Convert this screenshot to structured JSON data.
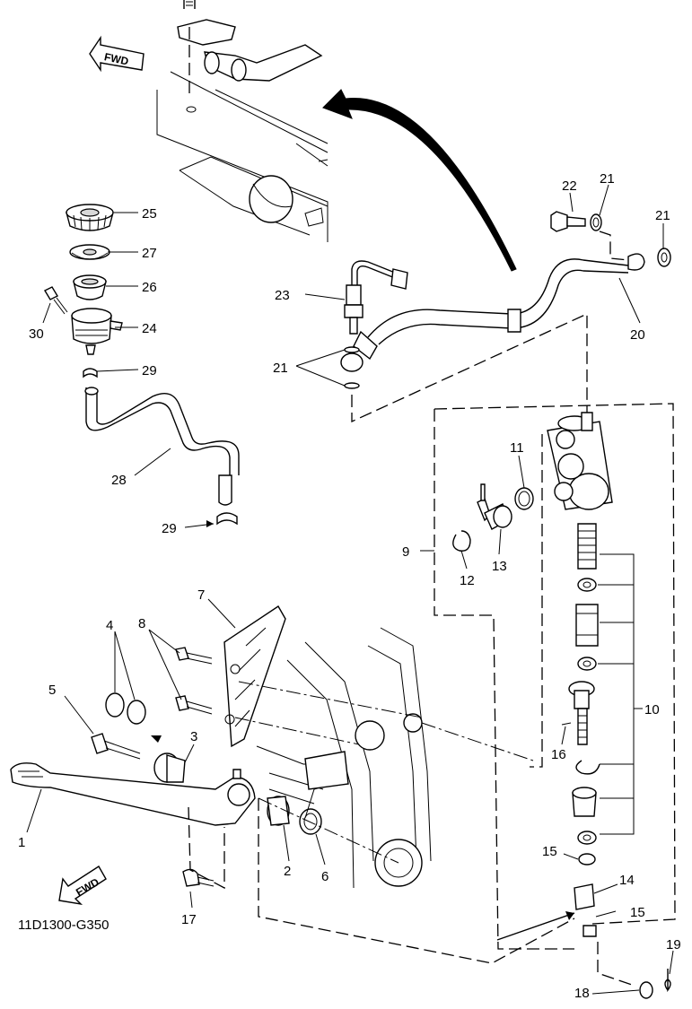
{
  "drawing_code": "11D1300-G350",
  "fwd_label": "FWD",
  "parts": [
    {
      "id": "p1",
      "text": "1"
    },
    {
      "id": "p2",
      "text": "2"
    },
    {
      "id": "p3",
      "text": "3"
    },
    {
      "id": "p4",
      "text": "4"
    },
    {
      "id": "p5",
      "text": "5"
    },
    {
      "id": "p6",
      "text": "6"
    },
    {
      "id": "p7",
      "text": "7"
    },
    {
      "id": "p8",
      "text": "8"
    },
    {
      "id": "p9",
      "text": "9"
    },
    {
      "id": "p10",
      "text": "10"
    },
    {
      "id": "p11",
      "text": "11"
    },
    {
      "id": "p12",
      "text": "12"
    },
    {
      "id": "p13",
      "text": "13"
    },
    {
      "id": "p14",
      "text": "14"
    },
    {
      "id": "p15a",
      "text": "15"
    },
    {
      "id": "p15b",
      "text": "15"
    },
    {
      "id": "p16",
      "text": "16"
    },
    {
      "id": "p17",
      "text": "17"
    },
    {
      "id": "p18",
      "text": "18"
    },
    {
      "id": "p19",
      "text": "19"
    },
    {
      "id": "p20",
      "text": "20"
    },
    {
      "id": "p21a",
      "text": "21"
    },
    {
      "id": "p21b",
      "text": "21"
    },
    {
      "id": "p21c",
      "text": "21"
    },
    {
      "id": "p22",
      "text": "22"
    },
    {
      "id": "p23",
      "text": "23"
    },
    {
      "id": "p24",
      "text": "24"
    },
    {
      "id": "p25",
      "text": "25"
    },
    {
      "id": "p26",
      "text": "26"
    },
    {
      "id": "p27",
      "text": "27"
    },
    {
      "id": "p28",
      "text": "28"
    },
    {
      "id": "p29a",
      "text": "29"
    },
    {
      "id": "p29b",
      "text": "29"
    },
    {
      "id": "p30",
      "text": "30"
    }
  ]
}
